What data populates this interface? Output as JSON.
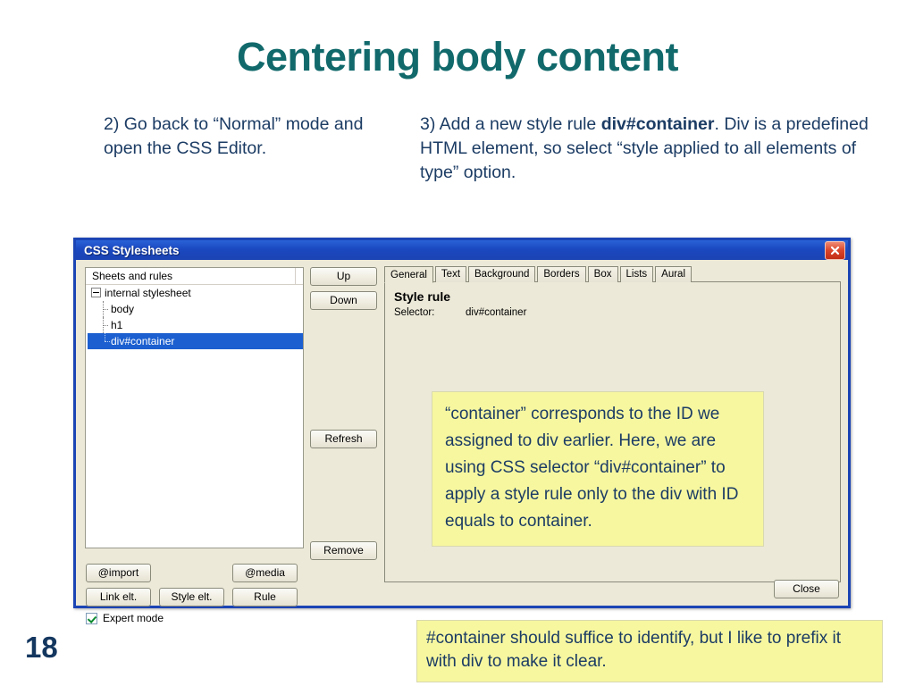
{
  "slide": {
    "title": "Centering body content",
    "page_number": "18",
    "title_color": "#11696b",
    "text_color": "#1c3c64",
    "bullet_left": "2) Go back to “Normal” mode and open the CSS Editor.",
    "bullet_right_pre": "3) Add a new style rule ",
    "bullet_right_bold": "div#container",
    "bullet_right_post": ". Div is a predefined HTML element, so select “style applied to all elements of type” option.",
    "bottom_note": "#container should suffice to identify, but I like to prefix it with div to make it clear.",
    "note_bg": "#f7f7a0"
  },
  "dialog": {
    "title": "CSS Stylesheets",
    "titlebar_color": "#1b44b4",
    "close_icon": "close-icon",
    "tree": {
      "header": "Sheets and rules",
      "root": "internal stylesheet",
      "children": [
        {
          "label": "body",
          "selected": false
        },
        {
          "label": "h1",
          "selected": false
        },
        {
          "label": "div#container",
          "selected": true
        }
      ],
      "selection_color": "#1b5fd0"
    },
    "side_buttons": [
      {
        "label": "Up"
      },
      {
        "label": "Down"
      },
      {
        "label": "Refresh"
      },
      {
        "label": "Remove"
      }
    ],
    "bottom_buttons": [
      {
        "label": "@import"
      },
      {
        "label": "@media"
      },
      {
        "label": "Link elt."
      },
      {
        "label": "Style elt."
      },
      {
        "label": "Rule"
      }
    ],
    "expert_mode": {
      "label": "Expert mode",
      "checked": true
    },
    "tabs": [
      {
        "label": "General",
        "active": true
      },
      {
        "label": "Text",
        "active": false
      },
      {
        "label": "Background",
        "active": false
      },
      {
        "label": "Borders",
        "active": false
      },
      {
        "label": "Box",
        "active": false
      },
      {
        "label": "Lists",
        "active": false
      },
      {
        "label": "Aural",
        "active": false
      }
    ],
    "panel": {
      "title": "Style rule",
      "selector_label": "Selector:",
      "selector_value": "div#container"
    },
    "callout": "“container” corresponds to the ID we assigned to div earlier. Here, we are using CSS selector “div#container” to apply a style rule only to the div with ID equals to container.",
    "close_button": "Close"
  }
}
